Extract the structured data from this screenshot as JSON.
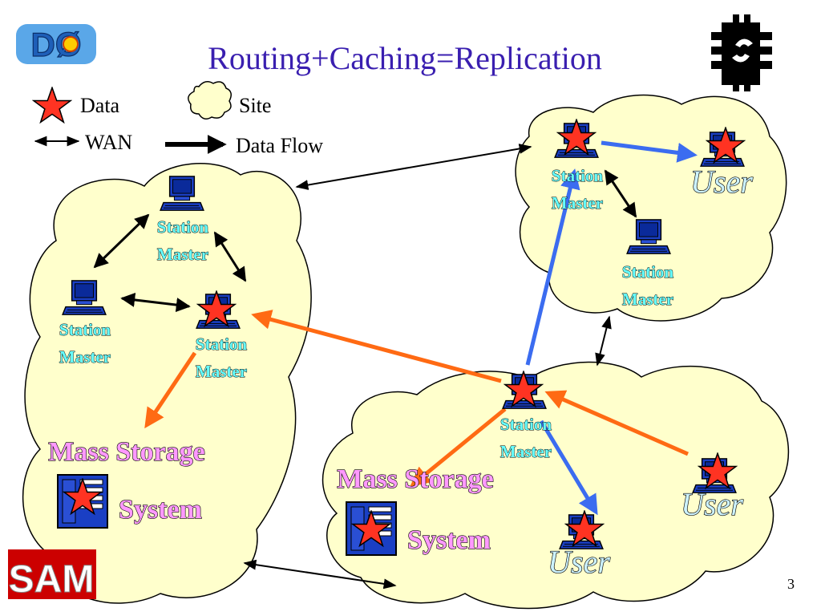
{
  "title": "Routing+Caching=Replication",
  "page_number": "3",
  "legend": {
    "data_label": "Data",
    "site_label": "Site",
    "wan_label": "WAN",
    "dataflow_label": "Data Flow"
  },
  "logos": {
    "left_text": "DØ",
    "bottom_text": "SAM"
  },
  "labels": {
    "station": "Station",
    "master": "Master",
    "mass_storage": "Mass Storage",
    "system": "System",
    "user": "User"
  },
  "colors": {
    "title": "#3a1fb0",
    "cloud_fill": "#ffffcc",
    "star": "#ff3322",
    "blue_flow": "#3b6cf0",
    "orange_flow": "#ff6a13",
    "station_label": "#66ffff",
    "mss_label": "#ff99ff",
    "user_label": "#ccf2ff"
  }
}
